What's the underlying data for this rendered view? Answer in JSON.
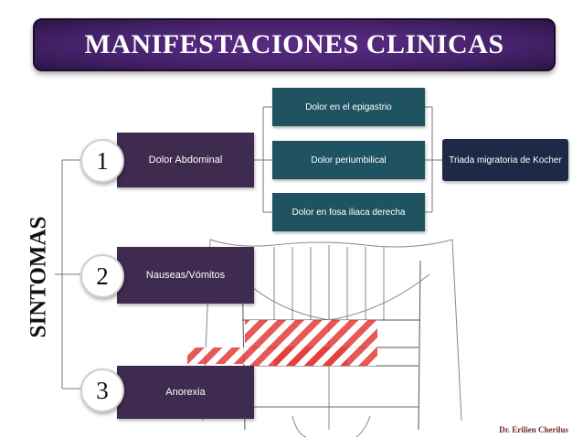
{
  "title": "MANIFESTACIONES CLINICAS",
  "side_label": "SINTOMAS",
  "symptoms": [
    {
      "number": "1",
      "label": "Dolor Abdominal"
    },
    {
      "number": "2",
      "label": "Nauseas/Vómitos"
    },
    {
      "number": "3",
      "label": "Anorexia"
    }
  ],
  "pain_locations": [
    "Dolor en el  epigastrio",
    "Dolor periumbilical",
    "Dolor en fosa iliaca derecha"
  ],
  "result": "Triada migratoria de Kocher",
  "credit": "Dr. Erilien Cherilus"
}
